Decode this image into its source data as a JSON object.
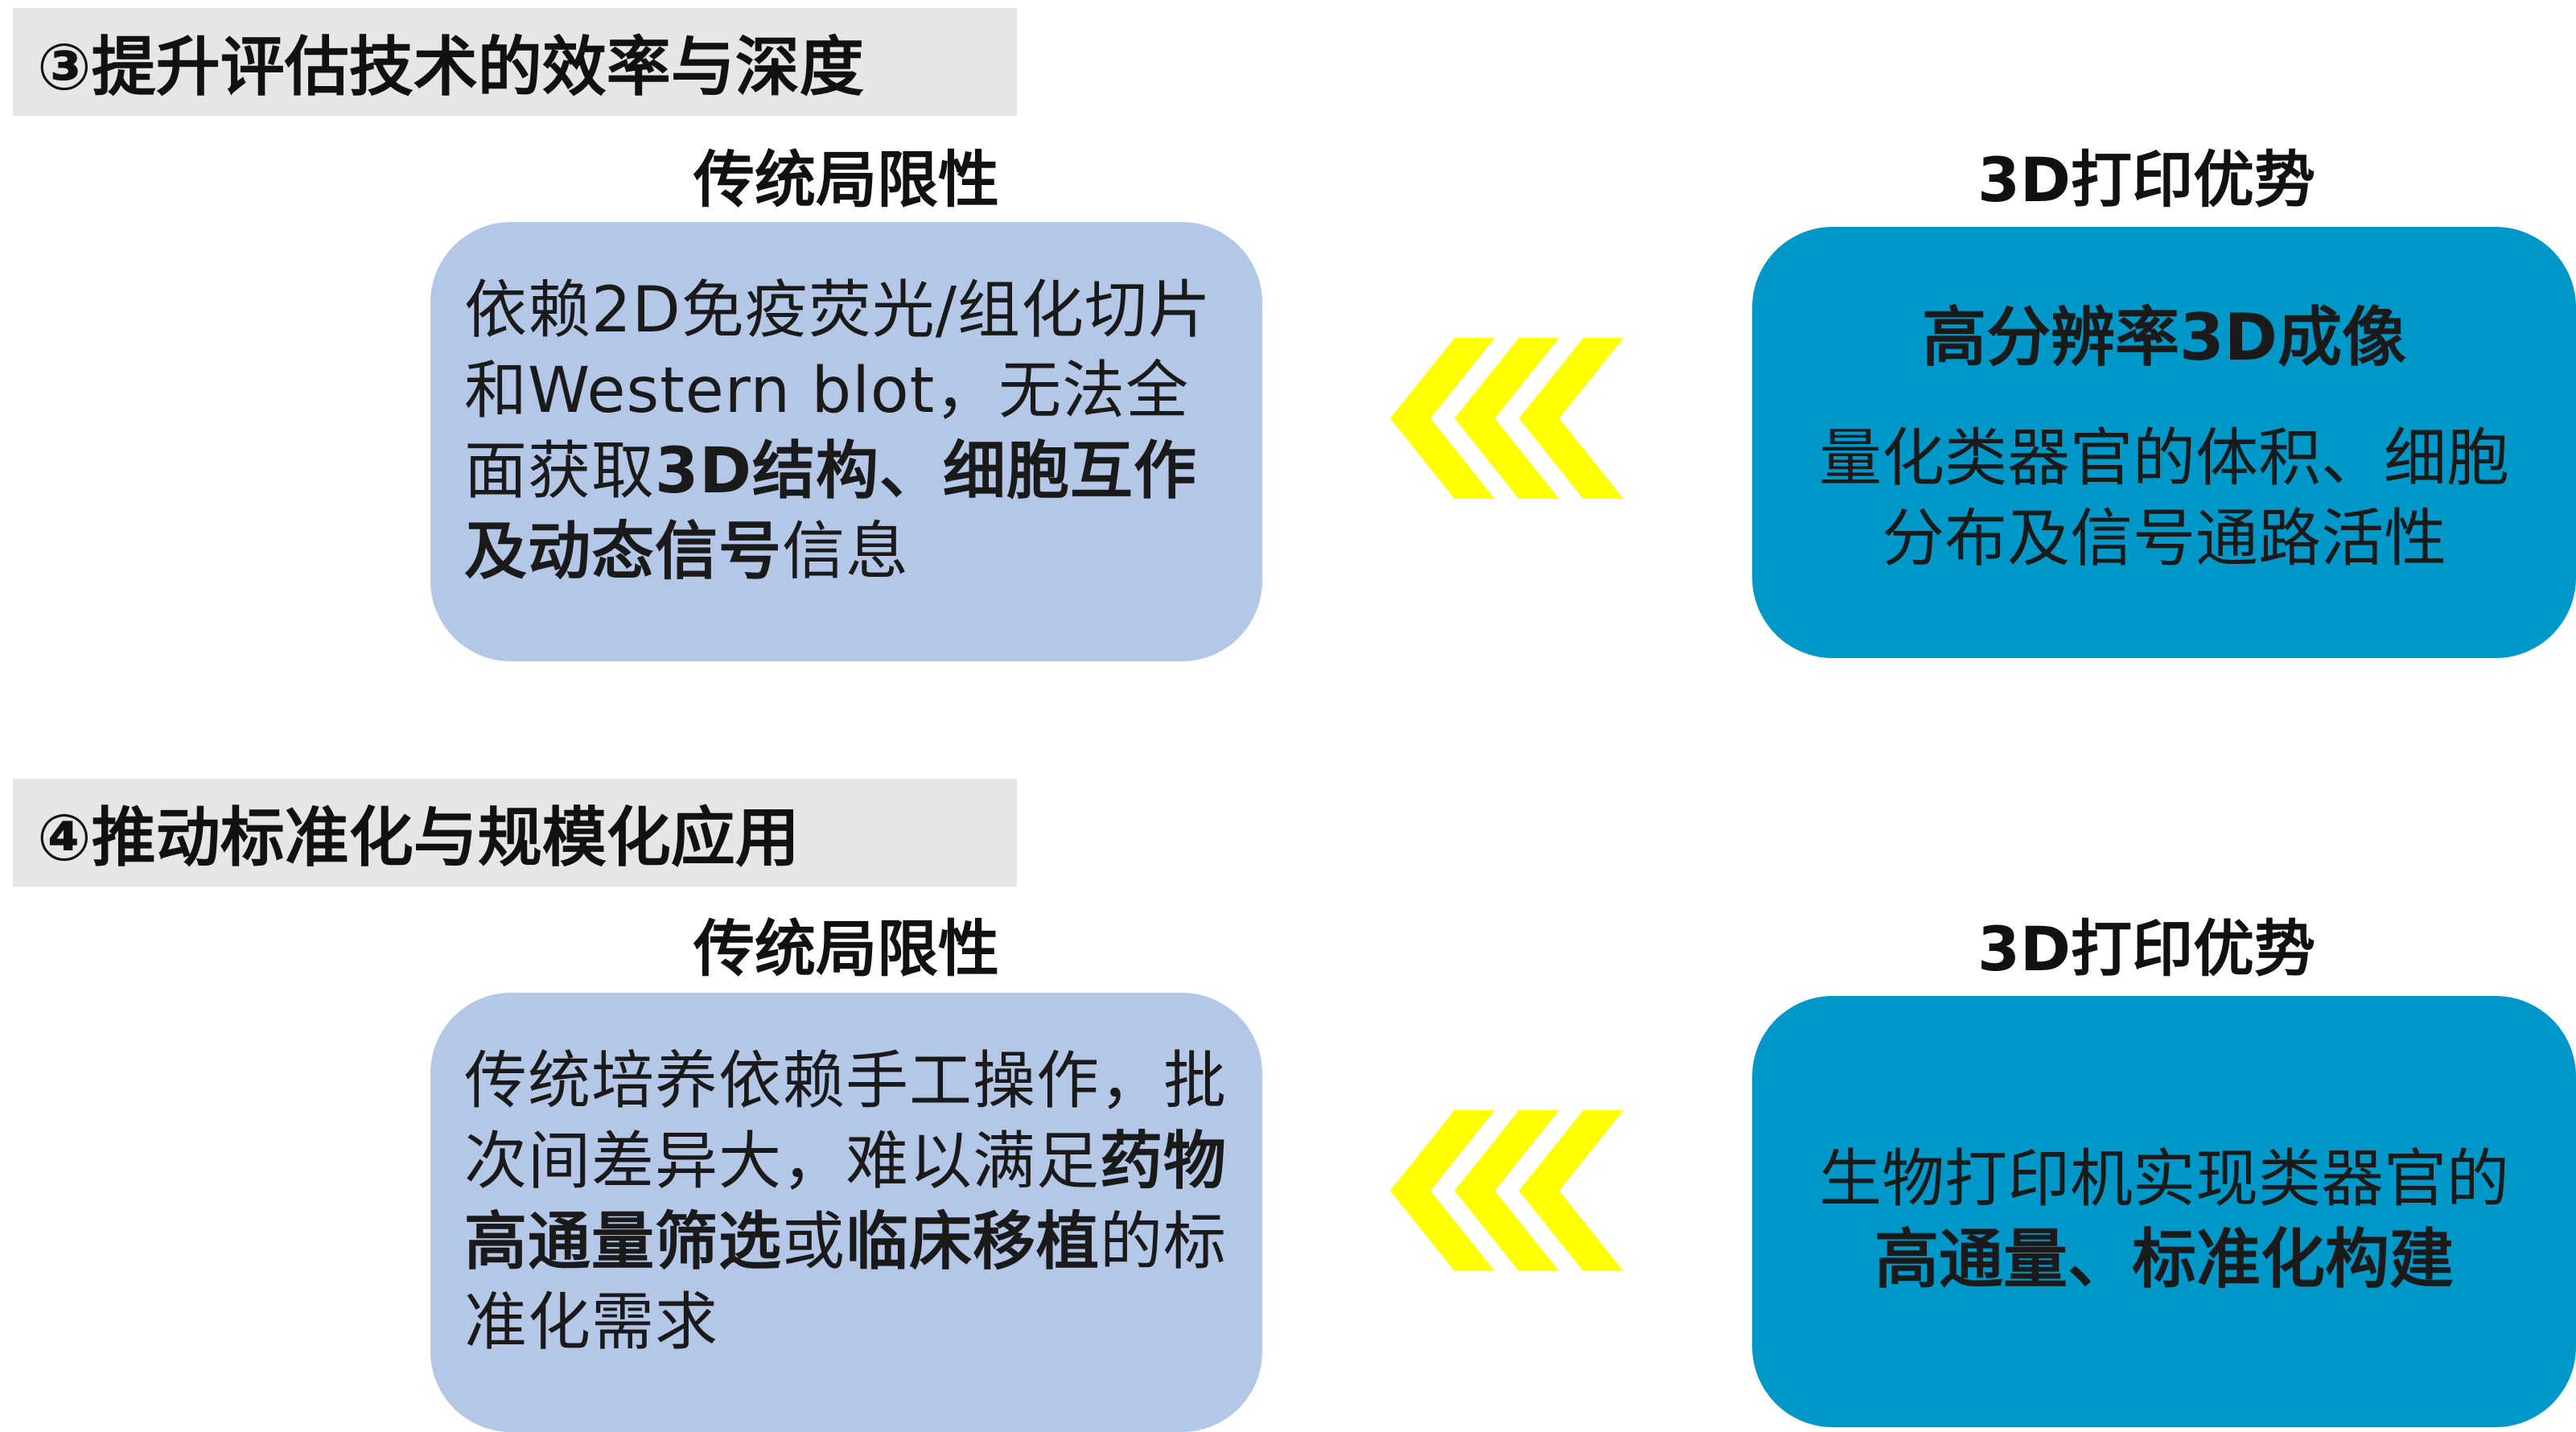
{
  "sections": [
    {
      "header": "③提升评估技术的效率与深度",
      "left_heading": "传统局限性",
      "right_heading": "3D打印优势",
      "left_text": [
        {
          "text": "依赖2D免疫荧光/组化切片和Western blot，无法全面获取",
          "bold": false
        },
        {
          "text": "3D结构、细胞互作及动态信号",
          "bold": true
        },
        {
          "text": "信息",
          "bold": false
        }
      ],
      "right_title": "高分辨率3D成像",
      "right_body": "量化类器官的体积、细胞分布及信号通路活性"
    },
    {
      "header": "④推动标准化与规模化应用",
      "left_heading": "传统局限性",
      "right_heading": "3D打印优势",
      "left_text": [
        {
          "text": "传统培养依赖手工操作，批次间差异大，难以满足",
          "bold": false
        },
        {
          "text": "药物高通量筛选",
          "bold": true
        },
        {
          "text": "或",
          "bold": false
        },
        {
          "text": "临床移植",
          "bold": true
        },
        {
          "text": "的标准化需求",
          "bold": false
        }
      ],
      "right_body": "生物打印机实现类器官的",
      "right_bold": "高通量、标准化构建"
    }
  ],
  "colors": {
    "header_bg": "#e6e6e6",
    "left_box": "#b4c7e7",
    "right_box": "#0098c8",
    "chevron": "#ffff00"
  },
  "icons": {
    "arrow": "triple-chevron-left-icon"
  }
}
